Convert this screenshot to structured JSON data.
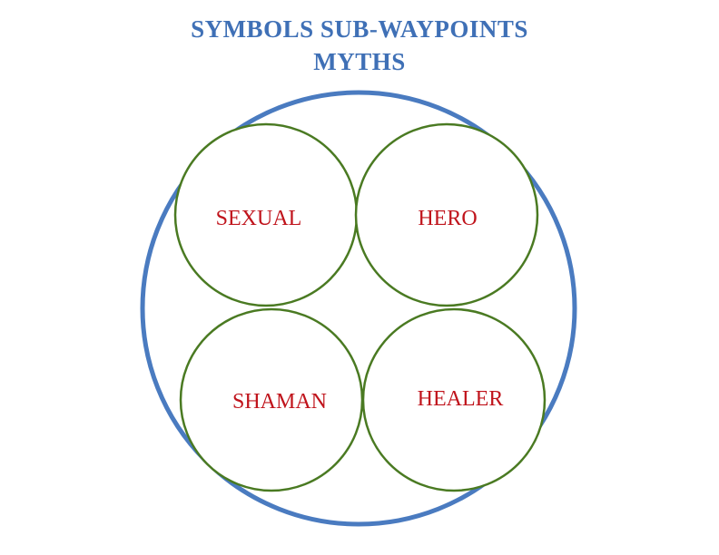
{
  "title": {
    "line1": "SYMBOLS SUB-WAYPOINTS",
    "line2": "MYTHS"
  },
  "colors": {
    "title": "#3f70b6",
    "outer_ring": "#4a7bc0",
    "inner_ring": "#4a7a22",
    "label": "#c0141c"
  },
  "segments": [
    {
      "label": "SEXUAL"
    },
    {
      "label": "HERO"
    },
    {
      "label": "SHAMAN"
    },
    {
      "label": "HEALER"
    }
  ]
}
